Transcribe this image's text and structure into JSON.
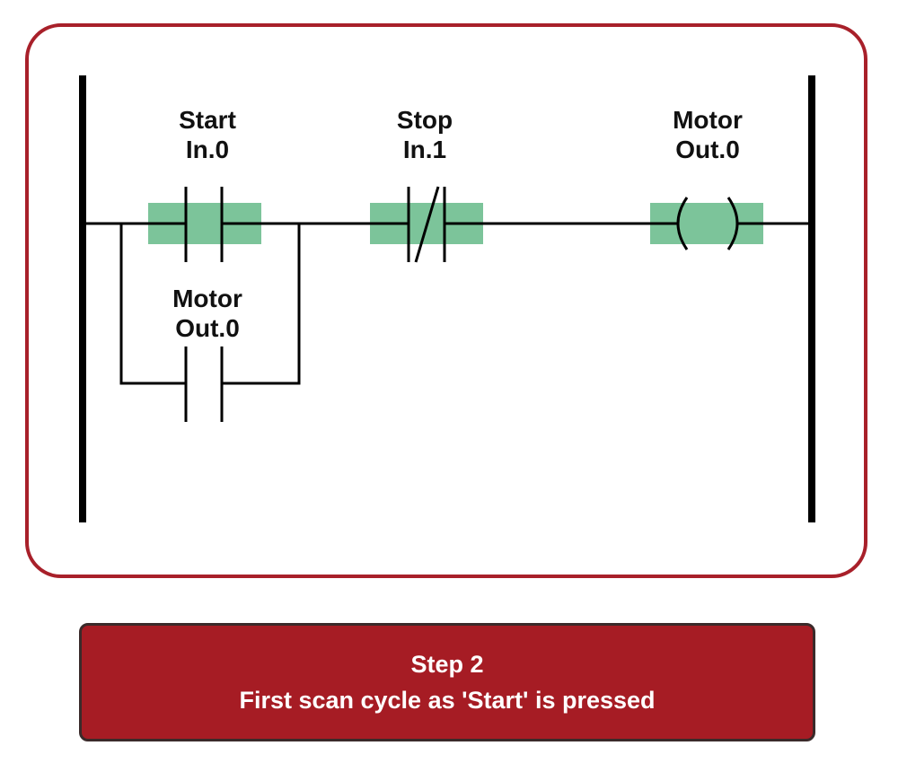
{
  "diagram": {
    "highlight_color": "#7cc49a",
    "border_color": "#a8202a",
    "rung1": {
      "start_contact": {
        "name": "Start",
        "address": "In.0",
        "type": "normally-open",
        "highlighted": true
      },
      "stop_contact": {
        "name": "Stop",
        "address": "In.1",
        "type": "normally-closed",
        "highlighted": true
      },
      "motor_coil": {
        "name": "Motor",
        "address": "Out.0",
        "type": "coil",
        "highlighted": true
      }
    },
    "branch": {
      "seal_contact": {
        "name": "Motor",
        "address": "Out.0",
        "type": "normally-open",
        "highlighted": false
      }
    }
  },
  "caption": {
    "step": "Step 2",
    "description": "First scan cycle as 'Start' is pressed",
    "background_color": "#a61c24"
  }
}
